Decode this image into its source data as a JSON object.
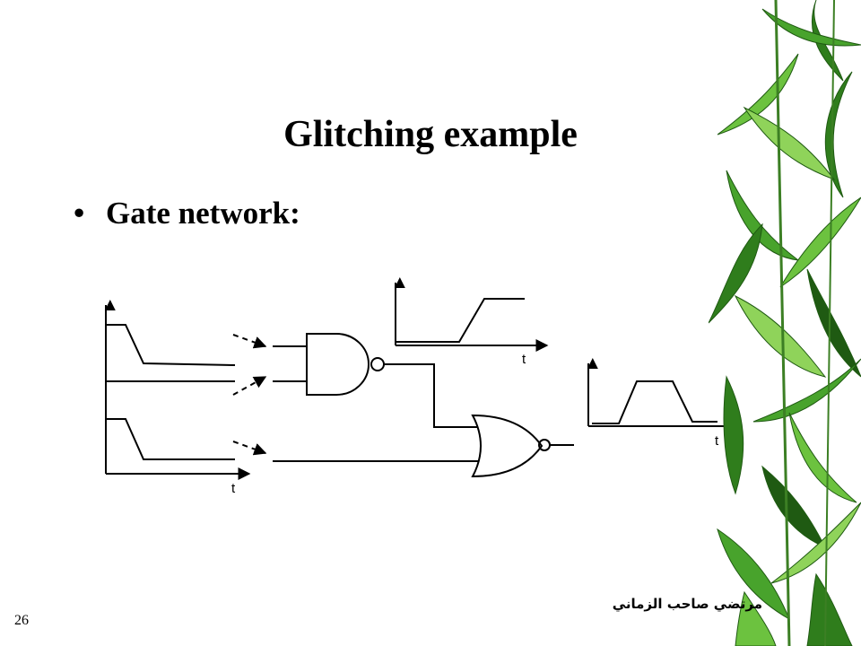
{
  "slide": {
    "title": "Glitching example",
    "bullet": {
      "symbol": "•",
      "text": "Gate network:"
    },
    "diagram": {
      "time_axis_label": "t",
      "gates": [
        "NAND",
        "NOR"
      ],
      "icons": [
        "arrow-icon",
        "nand-gate-icon",
        "nor-gate-icon",
        "inverter-bubble-icon"
      ]
    },
    "footer": {
      "page_number": "26",
      "author": "مرتضي صاحب الزماني"
    },
    "decoration": {
      "leaf_colors": [
        "#1f5a12",
        "#2f7d1c",
        "#48a32c",
        "#6cc23f",
        "#8fd35a"
      ]
    }
  }
}
